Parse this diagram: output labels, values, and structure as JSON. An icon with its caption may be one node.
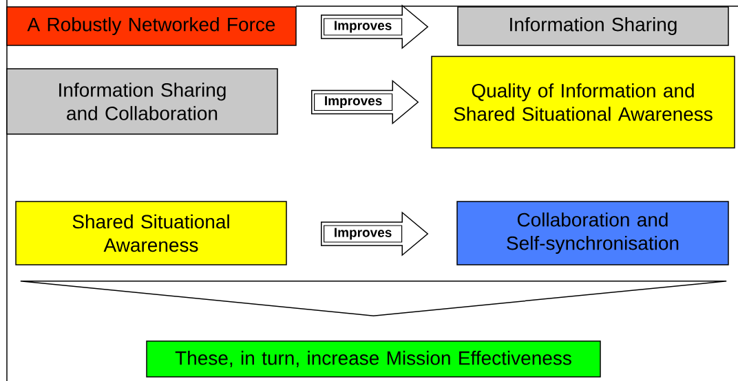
{
  "diagram": {
    "nodes": [
      {
        "text": [
          "A Robustly Networked Force"
        ]
      },
      {
        "text": [
          "Information Sharing"
        ]
      },
      {
        "text": [
          "Information Sharing and Collaboration"
        ]
      },
      {
        "text": [
          "Quality of Information and Shared Situational Awareness"
        ]
      },
      {
        "text": [
          "Shared Situational Awareness"
        ]
      },
      {
        "text": [
          "Collaboration and Self-synchronisation"
        ]
      },
      {
        "text": [],
        "shape": "triangle"
      },
      {
        "text": [
          "These, in turn, increase Mission Effectiveness"
        ]
      }
    ],
    "edges": [
      {
        "from": 0,
        "to": 1,
        "arrow": "to",
        "label": "Improves"
      },
      {
        "from": 2,
        "to": 3,
        "arrow": "to",
        "label": "Improves"
      },
      {
        "from": 4,
        "to": 5,
        "arrow": "to",
        "label": "Improves"
      }
    ]
  }
}
